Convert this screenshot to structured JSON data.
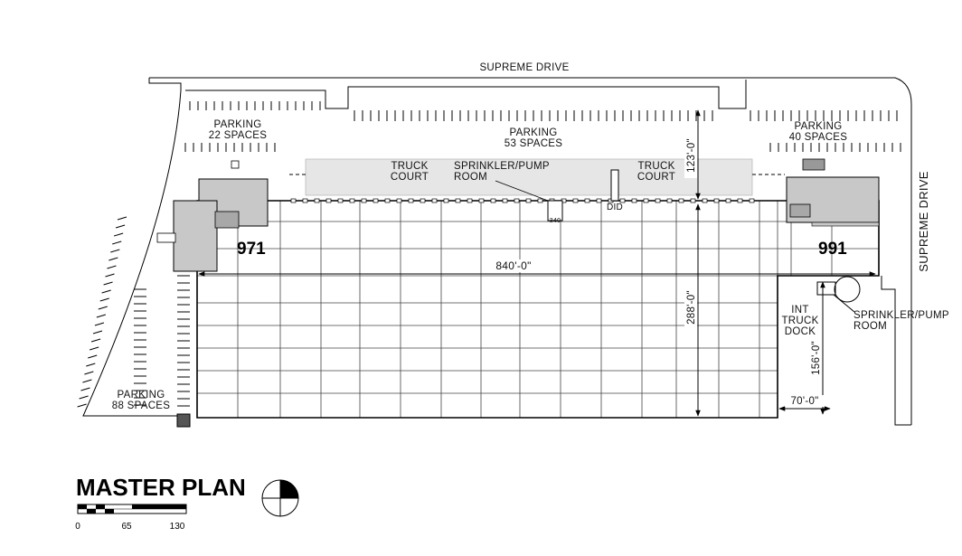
{
  "streets": {
    "north": "SUPREME DRIVE",
    "east": "SUPREME DRIVE"
  },
  "parking": {
    "west": {
      "title": "PARKING",
      "spaces": "22 SPACES"
    },
    "center": {
      "title": "PARKING",
      "spaces": "53 SPACES"
    },
    "east": {
      "title": "PARKING",
      "spaces": "40 SPACES"
    },
    "southwest": {
      "title": "PARKING",
      "spaces": "88 SPACES"
    }
  },
  "truck_court_west": {
    "line1": "TRUCK",
    "line2": "COURT"
  },
  "truck_court_east": {
    "line1": "TRUCK",
    "line2": "COURT"
  },
  "sprinkler_north": {
    "line1": "SPRINKLER/PUMP",
    "line2": "ROOM"
  },
  "sprinkler_east": {
    "line1": "SPRINKLER/PUMP",
    "line2": "ROOM"
  },
  "int_truck_dock": {
    "line1": "INT",
    "line2": "TRUCK",
    "line3": "DOCK"
  },
  "markers": {
    "did": "DID",
    "dock_tag": "340"
  },
  "buildings": {
    "west": "971",
    "east": "991"
  },
  "dimensions": {
    "length": "840'-0\"",
    "truck_court_depth": "123'-0\"",
    "building_depth": "288'-0\"",
    "dock_depth": "156'-0\"",
    "dock_width": "70'-0\""
  },
  "title": "MASTER PLAN",
  "scale": {
    "labels": [
      "0",
      "65",
      "130"
    ]
  }
}
